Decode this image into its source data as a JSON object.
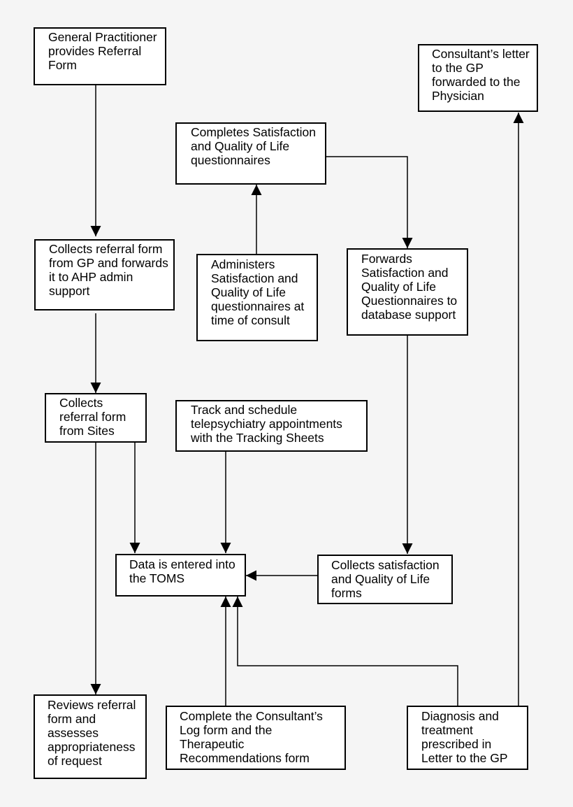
{
  "boxes": {
    "gp_referral": "General Practitioner\nprovides Referral\nForm",
    "consultant_letter": "Consultant’s letter\nto the GP\nforwarded to the\nPhysician",
    "completes_questionnaires": "Completes Satisfaction\nand Quality of Life\nquestionnaires",
    "collects_from_gp": "Collects referral form\nfrom GP and forwards\nit to AHP admin\nsupport",
    "administers_questionnaires": "Administers\nSatisfaction and\nQuality of Life\nquestionnaires at\ntime of consult",
    "forwards_questionnaires": "Forwards\nSatisfaction and\nQuality of Life\nQuestionnaires to\ndatabase support",
    "collects_from_sites": "Collects\nreferral form\nfrom Sites",
    "track_schedule": "Track and schedule\ntelepsychiatry appointments\nwith the Tracking Sheets",
    "data_entered_toms": "Data is entered into\nthe TOMS",
    "collects_satisfaction_forms": "Collects satisfaction\nand Quality of Life\nforms",
    "reviews_referral": "Reviews referral\nform and\nassesses\nappropriateness\nof request",
    "complete_consultant_log": "Complete the Consultant’s\nLog form and the\nTherapeutic\nRecommendations form",
    "diagnosis_treatment": "Diagnosis and\ntreatment\nprescribed in\nLetter to the GP"
  }
}
